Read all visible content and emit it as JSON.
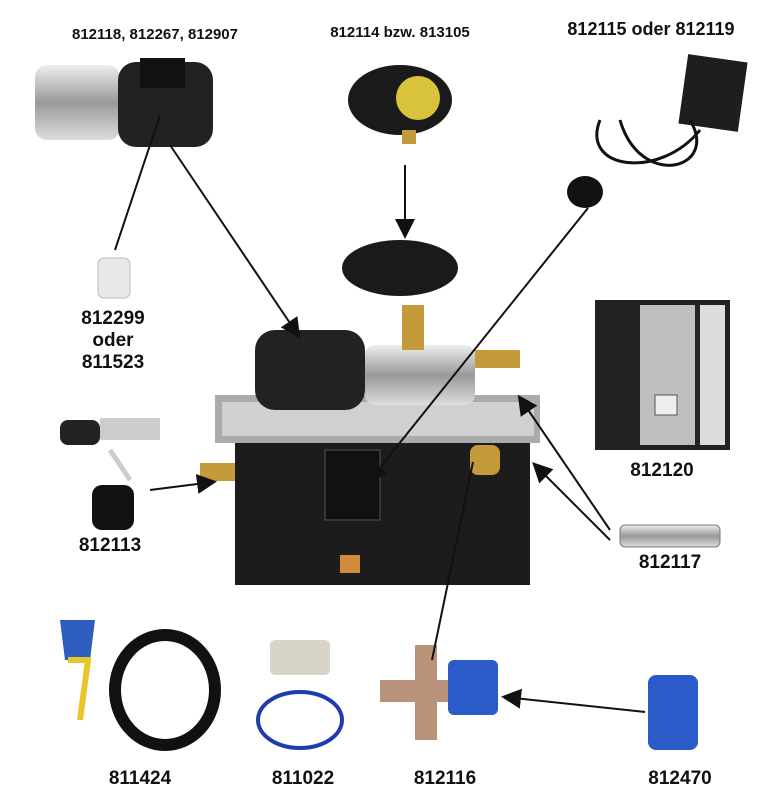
{
  "labels": {
    "pump": "812118, 812267, 812907",
    "pressure_switch": "812114 bzw. 813105",
    "control": "812115 oder 812119",
    "capacitor_line1": "812299",
    "capacitor_line2": "oder",
    "capacitor_line3": "811523",
    "controller_unit": "812120",
    "float_valve": "812113",
    "hose": "812117",
    "float_switch": "811424",
    "sensor": "811022",
    "valve": "812116",
    "actuator": "812470"
  },
  "colors": {
    "tank": "#1c1c1c",
    "tray": "#a9abad",
    "brass": "#c49a3a",
    "blue": "#2a5bc9",
    "yellow_float": "#e8c62a"
  }
}
